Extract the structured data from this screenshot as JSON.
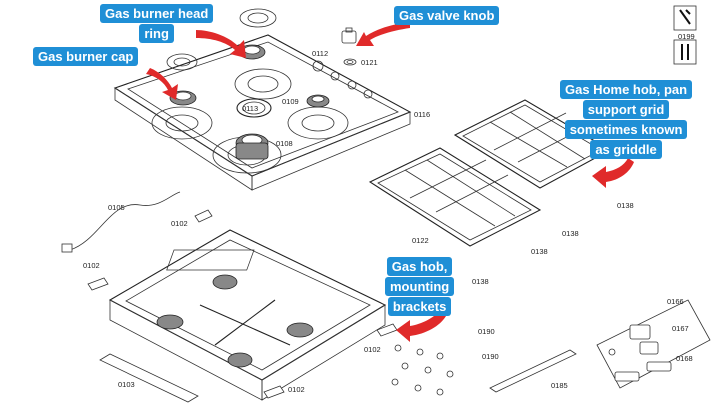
{
  "callouts": {
    "burner_head_ring": [
      "Gas burner head",
      "ring"
    ],
    "burner_cap": "Gas burner cap",
    "valve_knob": "Gas valve knob",
    "pan_support": [
      "Gas Home hob, pan",
      "support grid",
      "sometimes known",
      "as griddle"
    ],
    "mounting_brackets": [
      "Gas hob,",
      "mounting",
      "brackets"
    ]
  },
  "part_numbers": {
    "p0112": "0112",
    "p0121": "0121",
    "p0109": "0109",
    "p0113": "0113",
    "p0116": "0116",
    "p0108": "0108",
    "p0199": "0199",
    "p0105": "0105",
    "p0102a": "0102",
    "p0102b": "0102",
    "p0102c": "0102",
    "p0102d": "0102",
    "p0138a": "0138",
    "p0138b": "0138",
    "p0138c": "0138",
    "p0138d": "0138",
    "p0122": "0122",
    "p0103": "0103",
    "p0190a": "0190",
    "p0190b": "0190",
    "p0185": "0185",
    "p0166": "0166",
    "p0167": "0167",
    "p0168": "0168"
  },
  "colors": {
    "callout_bg": "#1f8fd6",
    "arrow": "#e02a2a"
  }
}
